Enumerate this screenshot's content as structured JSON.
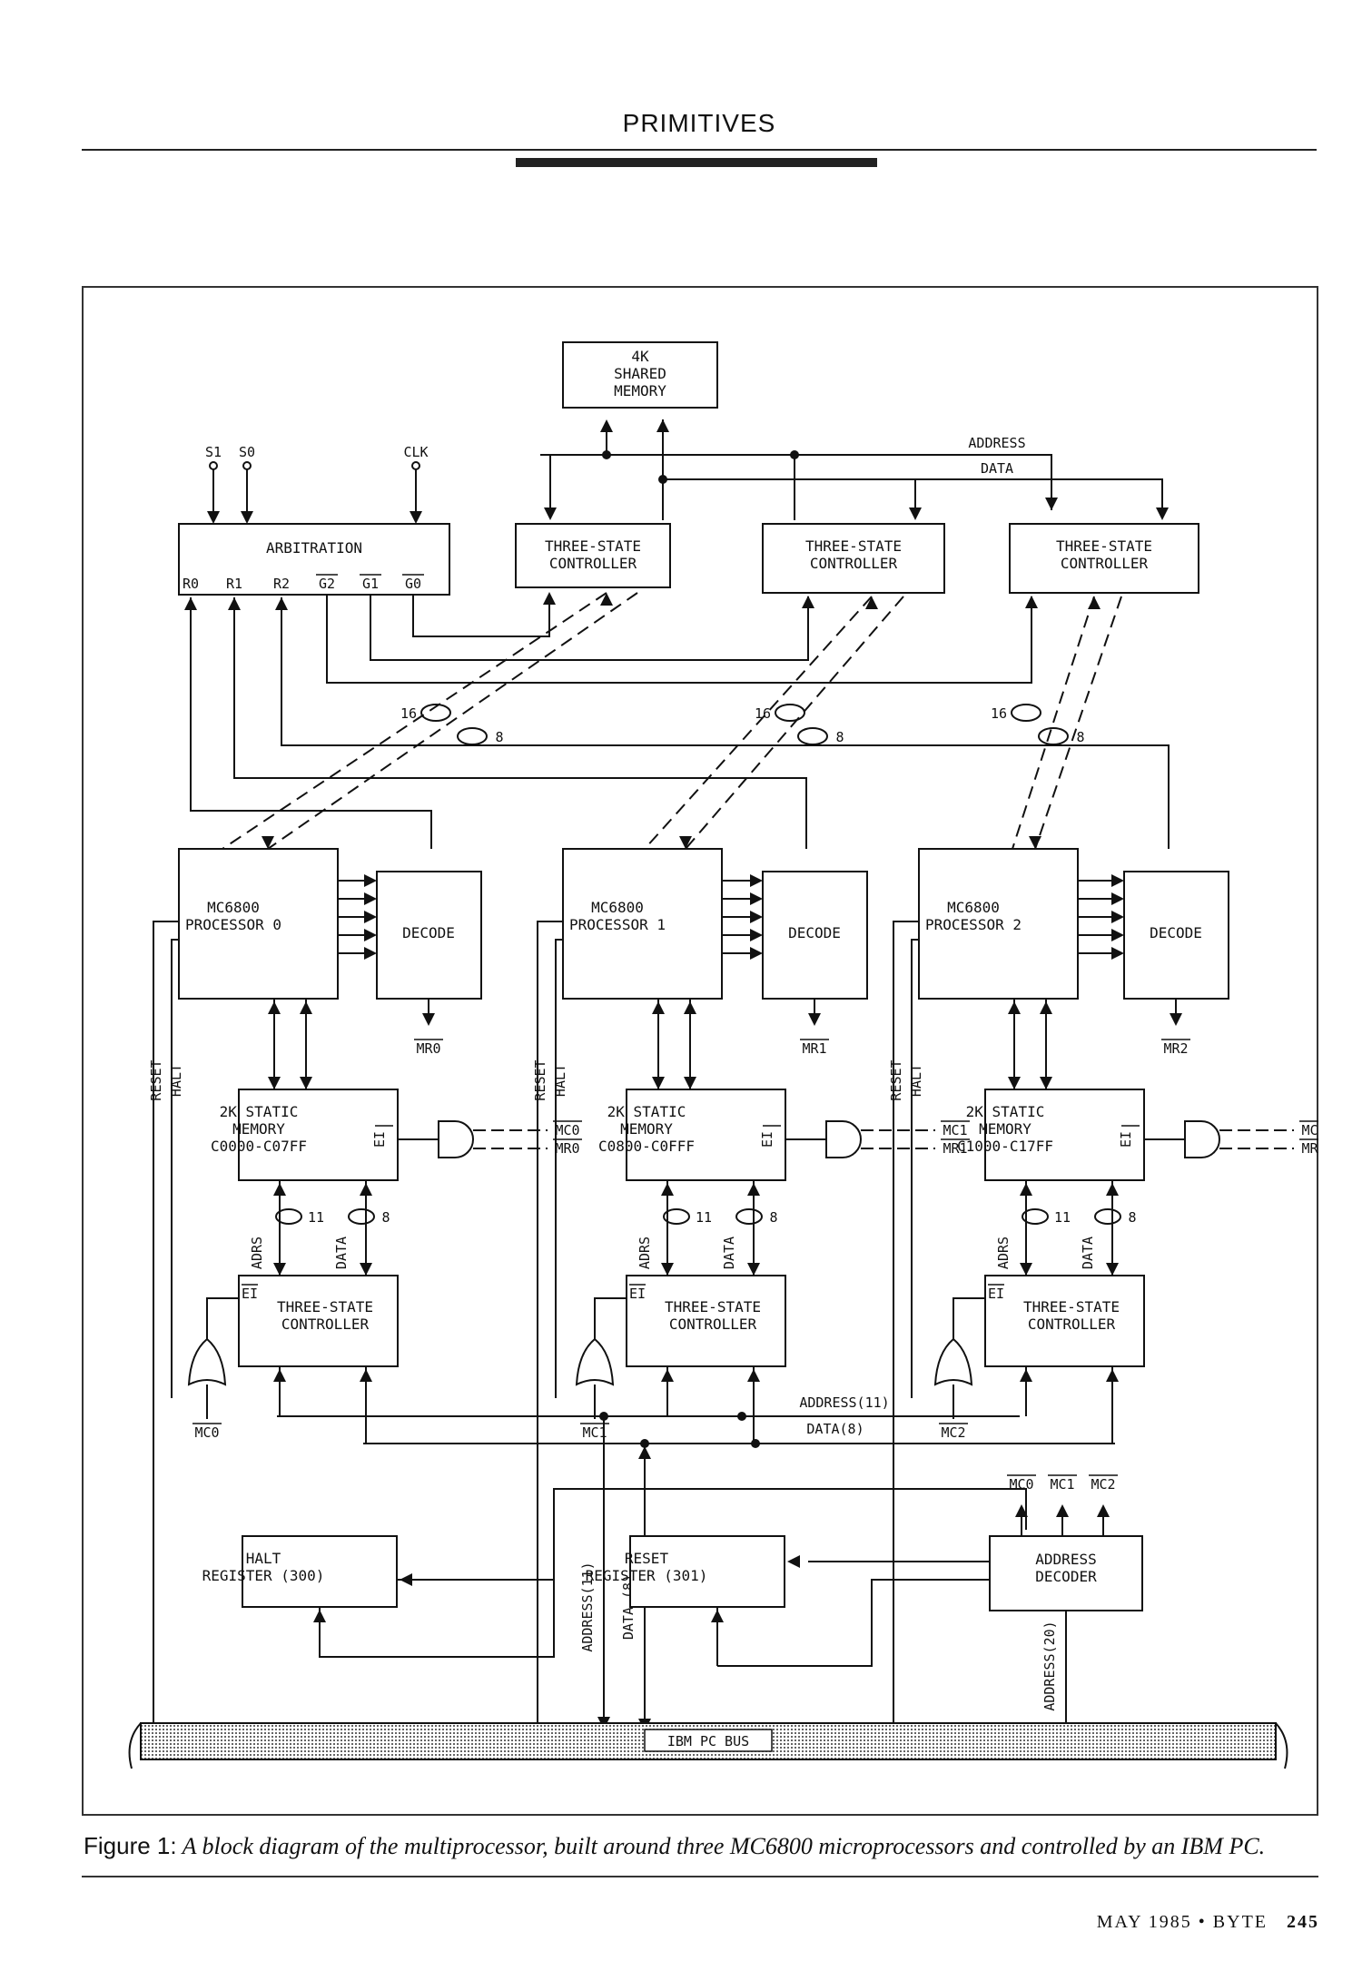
{
  "page": {
    "header": "PRIMITIVES",
    "caption_lead": "Figure 1:",
    "caption_text": "A block diagram of the multiprocessor, built around three MC6800 microprocessors and controlled by an IBM PC.",
    "footer_date": "MAY 1985 • BYTE",
    "page_number": "245"
  },
  "diagram": {
    "shared_memory": [
      "4K",
      "SHARED",
      "MEMORY"
    ],
    "arbitration": {
      "title": "ARBITRATION",
      "pins": [
        "R0",
        "R1",
        "R2",
        "G2",
        "G1",
        "G0"
      ],
      "inputs": [
        "S1",
        "S0",
        "CLK"
      ]
    },
    "bus_labels": {
      "address": "ADDRESS",
      "data": "DATA"
    },
    "three_state_controller": [
      "THREE-STATE",
      "CONTROLLER"
    ],
    "bus_widths": {
      "w16": "16",
      "w8": "8",
      "w11": "11"
    },
    "processors": [
      {
        "name": [
          "MC6800",
          "PROCESSOR 0"
        ],
        "decode": "DECODE",
        "mr": "MR0",
        "memory": [
          "2K STATIC",
          "MEMORY",
          "C0000-C07FF"
        ],
        "mc": "MC0"
      },
      {
        "name": [
          "MC6800",
          "PROCESSOR 1"
        ],
        "decode": "DECODE",
        "mr": "MR1",
        "memory": [
          "2K STATIC",
          "MEMORY",
          "C0800-C0FFF"
        ],
        "mc": "MC1"
      },
      {
        "name": [
          "MC6800",
          "PROCESSOR 2"
        ],
        "decode": "DECODE",
        "mr": "MR2",
        "memory": [
          "2K STATIC",
          "MEMORY",
          "C1000-C17FF"
        ],
        "mc": "MC2"
      }
    ],
    "signals": {
      "reset": "RESET",
      "halt": "HALT",
      "ei": "EI",
      "adrs": "ADRS",
      "data": "DATA"
    },
    "local_bus": {
      "address": "ADDRESS(11)",
      "data": "DATA(8)"
    },
    "halt_register": [
      "HALT",
      "REGISTER (300)"
    ],
    "reset_register": [
      "RESET",
      "REGISTER (301)"
    ],
    "address_decoder": [
      "ADDRESS",
      "DECODER"
    ],
    "decoder_outputs": [
      "MC0",
      "MC1",
      "MC2"
    ],
    "vertical_buses": {
      "address11": "ADDRESS(11)",
      "data8": "DATA (8)",
      "address20": "ADDRESS(20)"
    },
    "pc_bus": "IBM PC BUS"
  }
}
